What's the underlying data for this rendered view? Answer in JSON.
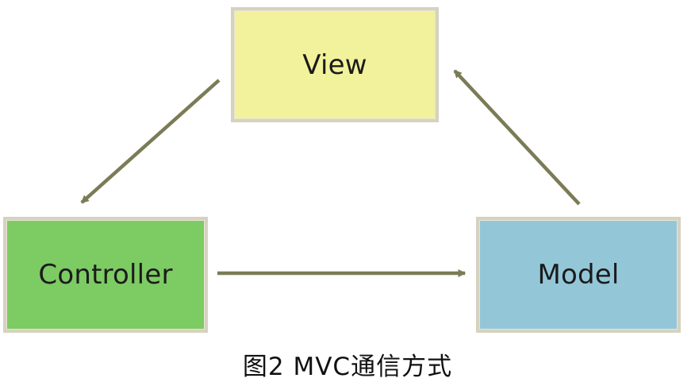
{
  "diagram": {
    "nodes": {
      "view": {
        "label": "View",
        "fill": "#f2f29c"
      },
      "controller": {
        "label": "Controller",
        "fill": "#7dcb63"
      },
      "model": {
        "label": "Model",
        "fill": "#93c7d8"
      }
    },
    "edges": [
      {
        "from": "view",
        "to": "controller"
      },
      {
        "from": "controller",
        "to": "model"
      },
      {
        "from": "model",
        "to": "view"
      }
    ],
    "arrow_color": "#7b7c56",
    "caption": "图2  MVC通信方式"
  }
}
